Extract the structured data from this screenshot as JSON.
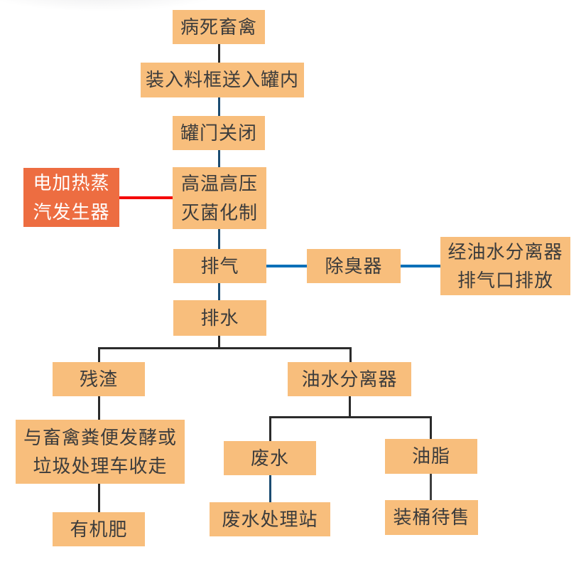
{
  "colors": {
    "box_fill": "#F8BE7C",
    "box_text": "#3C3C3C",
    "highlight_fill": "#ED6D41",
    "highlight_text": "#FFFFFF",
    "line_black": "#2B2B2B",
    "line_navy": "#1B4C72",
    "line_blue": "#0A70B8",
    "line_red": "#F40000",
    "line_dark": "#3F3F3F"
  },
  "nodes": {
    "sick_livestock": {
      "label": "病死畜禽"
    },
    "load_into_tank": {
      "label": "装入料框送入罐内"
    },
    "tank_door_closed": {
      "label": "罐门关闭"
    },
    "sterilization": {
      "line1": "高温高压",
      "line2": "灭菌化制"
    },
    "steam_generator": {
      "line1": "电加热蒸",
      "line2": "汽发生器"
    },
    "exhaust": {
      "label": "排气"
    },
    "deodorizer": {
      "label": "除臭器"
    },
    "exhaust_outlet": {
      "line1": "经油水分离器",
      "line2": "排气口排放"
    },
    "drainage": {
      "label": "排水"
    },
    "residue": {
      "label": "残渣"
    },
    "oil_water_separator": {
      "label": "油水分离器"
    },
    "fermentation": {
      "line1": "与畜禽粪便发酵或",
      "line2": "垃圾处理车收走"
    },
    "organic_fertilizer": {
      "label": "有机肥"
    },
    "wastewater": {
      "label": "废水"
    },
    "grease": {
      "label": "油脂"
    },
    "wastewater_plant": {
      "label": "废水处理站"
    },
    "barrel_sale": {
      "label": "装桶待售"
    }
  },
  "edges": [
    {
      "from": "病死畜禽",
      "to": "装入料框送入罐内",
      "color": "black"
    },
    {
      "from": "装入料框送入罐内",
      "to": "罐门关闭",
      "color": "navy"
    },
    {
      "from": "罐门关闭",
      "to": "高温高压灭菌化制",
      "color": "navy"
    },
    {
      "from": "电加热蒸汽发生器",
      "to": "高温高压灭菌化制",
      "color": "red"
    },
    {
      "from": "高温高压灭菌化制",
      "to": "排气",
      "color": "navy"
    },
    {
      "from": "排气",
      "to": "除臭器",
      "color": "blue"
    },
    {
      "from": "除臭器",
      "to": "经油水分离器排气口排放",
      "color": "blue"
    },
    {
      "from": "排气",
      "to": "排水",
      "color": "navy"
    },
    {
      "from": "排水",
      "to": "残渣",
      "color": "black"
    },
    {
      "from": "排水",
      "to": "油水分离器",
      "color": "black"
    },
    {
      "from": "残渣",
      "to": "与畜禽粪便发酵或垃圾处理车收走",
      "color": "black"
    },
    {
      "from": "与畜禽粪便发酵或垃圾处理车收走",
      "to": "有机肥",
      "color": "black"
    },
    {
      "from": "油水分离器",
      "to": "废水",
      "color": "black"
    },
    {
      "from": "油水分离器",
      "to": "油脂",
      "color": "black"
    },
    {
      "from": "废水",
      "to": "废水处理站",
      "color": "navy"
    },
    {
      "from": "油脂",
      "to": "装桶待售",
      "color": "dark"
    }
  ]
}
